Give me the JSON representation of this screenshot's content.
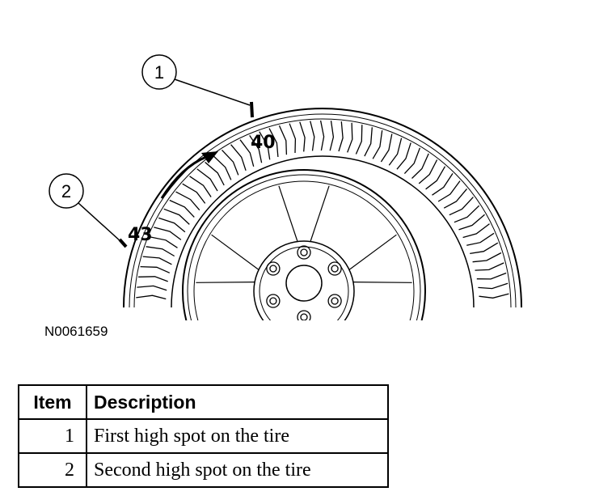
{
  "figure": {
    "id": "N0061659",
    "callouts": [
      "1",
      "2"
    ],
    "marks": [
      "40",
      "43"
    ]
  },
  "table": {
    "headers": {
      "item": "Item",
      "description": "Description"
    },
    "rows": [
      {
        "item": "1",
        "description": "First high spot on the tire"
      },
      {
        "item": "2",
        "description": "Second high spot on the tire"
      }
    ]
  }
}
